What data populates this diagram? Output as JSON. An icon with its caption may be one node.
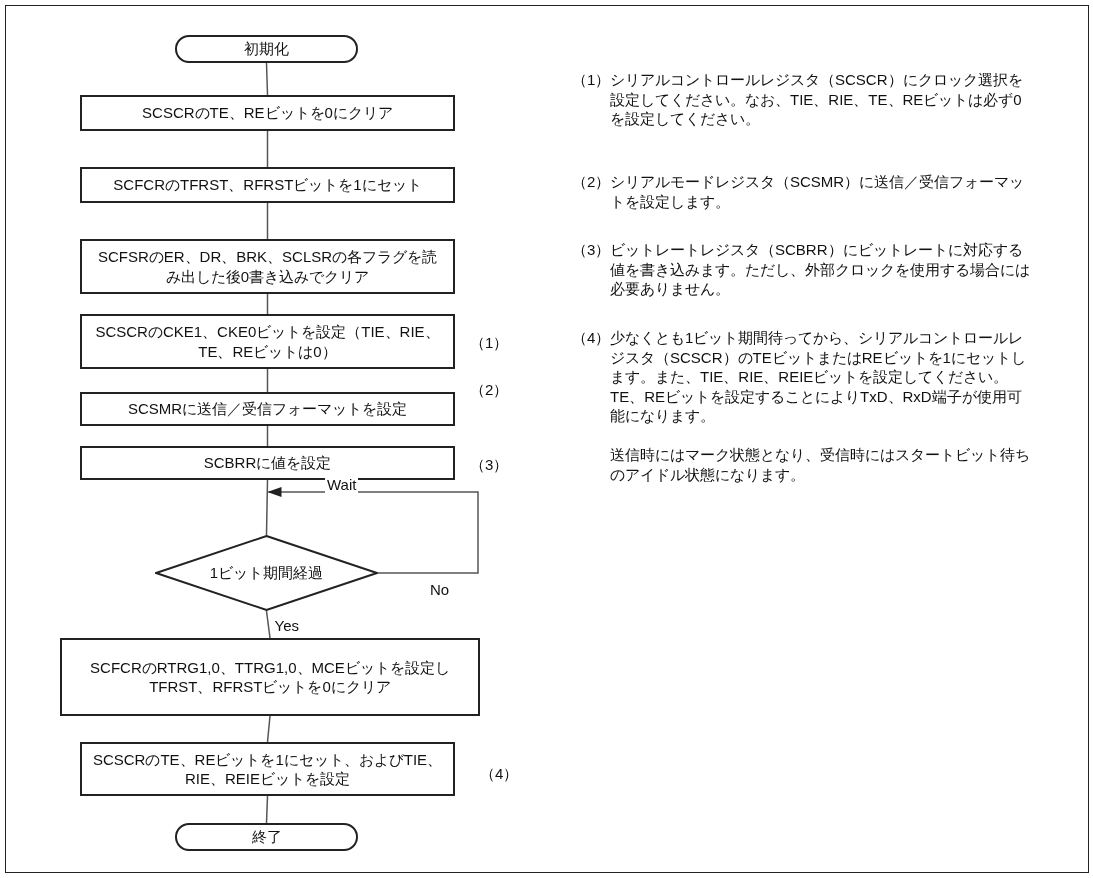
{
  "diagram": {
    "nodes": [
      {
        "text": [
          "初期化"
        ]
      },
      {
        "text": [
          "SCSCRのTE、REビットを0にクリア"
        ]
      },
      {
        "text": [
          "SCFCRのTFRST、RFRSTビットを1にセット"
        ]
      },
      {
        "text": [
          "SCFSRのER、DR、BRK、SCLSRの各フラグを読み出した後0書き込みでクリア"
        ]
      },
      {
        "text": [
          "SCSCRのCKE1、CKE0ビットを設定（TIE、RIE、TE、REビットは0）"
        ],
        "beside": [
          "（1）"
        ]
      },
      {
        "text": [
          "SCSMRに送信／受信フォーマットを設定"
        ],
        "beside": [
          "（2）"
        ]
      },
      {
        "text": [
          "SCBRRに値を設定"
        ],
        "beside": [
          "（3）"
        ]
      },
      {
        "text": [
          "1ビット期間経過"
        ]
      },
      {
        "text": [
          "SCFCRのRTRG1,0、TTRG1,0、MCEビットを設定しTFRST、RFRSTビットを0にクリア"
        ]
      },
      {
        "text": [
          "SCSCRのTE、REビットを1にセット、およびTIE、RIE、REIEビットを設定"
        ],
        "beside": [
          "（4）"
        ]
      },
      {
        "text": [
          "終了"
        ]
      }
    ],
    "edges": [
      {
        "from": 0,
        "to": 1,
        "arrow": "none"
      },
      {
        "from": 1,
        "to": 2,
        "arrow": "none"
      },
      {
        "from": 2,
        "to": 3,
        "arrow": "none"
      },
      {
        "from": 3,
        "to": 4,
        "arrow": "none"
      },
      {
        "from": 4,
        "to": 5,
        "arrow": "none"
      },
      {
        "from": 5,
        "to": 6,
        "arrow": "none"
      },
      {
        "from": 6,
        "to": 7,
        "arrow": "none"
      },
      {
        "from": 7,
        "to": 6,
        "arrow": "to",
        "label": "No"
      },
      {
        "from": 7,
        "to": 8,
        "arrow": "none",
        "label": "Yes"
      },
      {
        "from": 8,
        "to": 9,
        "arrow": "none"
      },
      {
        "from": 9,
        "to": 10,
        "arrow": "none"
      }
    ],
    "labels": [
      "（1）",
      "シリアルコントロールレジスタ（SCSCR）にクロック選択を設定してください。なお、TIE、RIE、TE、REビットは必ず0を設定してください。",
      "（2）",
      "シリアルモードレジスタ（SCSMR）に送信／受信フォーマットを設定します。",
      "（3）",
      "ビットレートレジスタ（SCBRR）にビットレートに対応する値を書き込みます。ただし、外部クロックを使用する場合には必要ありません。",
      "（4）",
      "少なくとも1ビット期間待ってから、シリアルコントロールレジスタ（SCSCR）のTEビットまたはREビットを1にセットします。また、TIE、RIE、REIEビットを設定してください。TE、REビットを設定することによりTxD、RxD端子が使用可能になります。",
      "送信時にはマーク状態となり、受信時にはスタートビット待ちのアイドル状態になります。",
      "Wait"
    ]
  }
}
